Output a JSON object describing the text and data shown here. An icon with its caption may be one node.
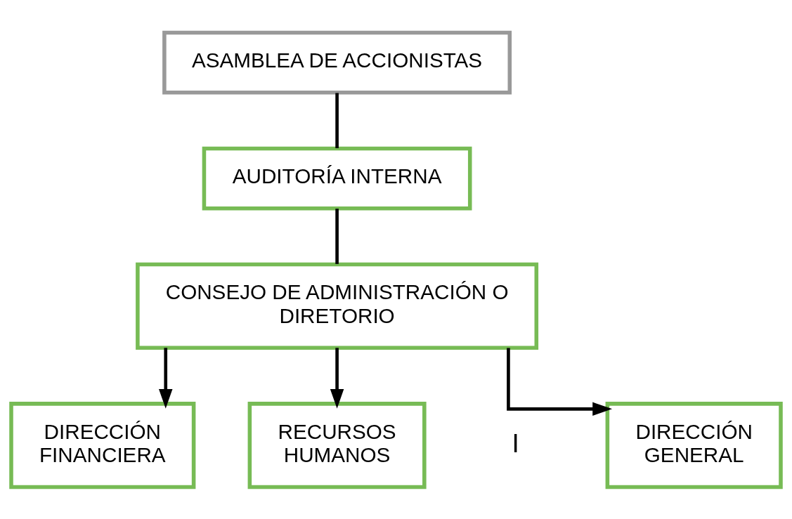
{
  "diagram": {
    "nodes": [
      {
        "text": [
          "ASAMBLEA DE ACCIONISTAS"
        ]
      },
      {
        "text": [
          "AUDITORÍA INTERNA"
        ]
      },
      {
        "text": [
          "CONSEJO DE ADMINISTRACIÓN O DIRETORIO"
        ]
      },
      {
        "text": [
          "DIRECCIÓN GENERAL"
        ]
      },
      {
        "text": [
          "DIRECCIÓN FINANCIERA"
        ]
      },
      {
        "text": [
          "RECURSOS HUMANOS"
        ]
      }
    ],
    "edges": [
      {
        "from": 0,
        "to": 1,
        "arrow": "none"
      },
      {
        "from": 1,
        "to": 2,
        "arrow": "none"
      },
      {
        "from": 2,
        "to": 3,
        "arrow": "to"
      },
      {
        "from": 2,
        "to": 4,
        "arrow": "to"
      },
      {
        "from": 2,
        "to": 5,
        "arrow": "to"
      }
    ],
    "labels": [
      "I"
    ]
  }
}
